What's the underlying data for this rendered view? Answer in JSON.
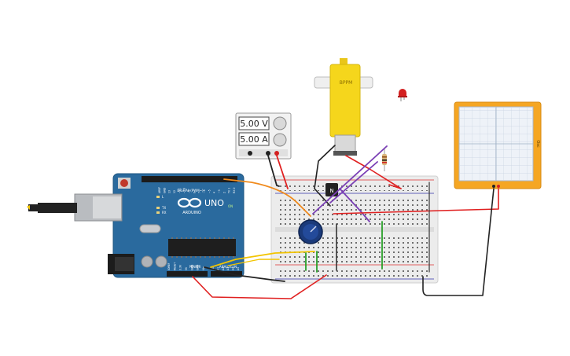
{
  "power_supply": {
    "voltage": "5.00 V",
    "current": "5.00 A"
  },
  "arduino": {
    "brand": "ARDUINO",
    "model": "UNO",
    "digital_header": "DIGITAL (PWM~)",
    "power_header": "POWER",
    "analog_header": "ANALOG IN",
    "digital_pins": [
      "AREF",
      "GND",
      "13",
      "12",
      "~11",
      "~10",
      "~9",
      "8",
      "7",
      "~6",
      "~5",
      "4",
      "~3",
      "2",
      "TX 1",
      "RX 0"
    ],
    "power_pins": [
      "IOREF",
      "RESET",
      "3.3V",
      "5V",
      "GND",
      "GND",
      "Vin"
    ],
    "analog_pins": [
      "A0",
      "A1",
      "A2",
      "A3",
      "A4",
      "A5"
    ],
    "leds": [
      "L",
      "TX",
      "RX"
    ],
    "on_label": "ON"
  },
  "motor": {
    "label": "BPPM"
  },
  "transistor": {
    "label": "N"
  },
  "oscilloscope": {
    "label": "Osc"
  },
  "colors": {
    "wire_red": "#e02020",
    "wire_black": "#222222",
    "wire_purple": "#7a3fb5",
    "wire_yellow": "#f2c400",
    "wire_orange": "#f08a1c",
    "wire_green": "#2aa02a",
    "arduino_blue": "#2a6a9e",
    "motor_yellow": "#f5d61c",
    "scope_orange": "#f5a623"
  }
}
